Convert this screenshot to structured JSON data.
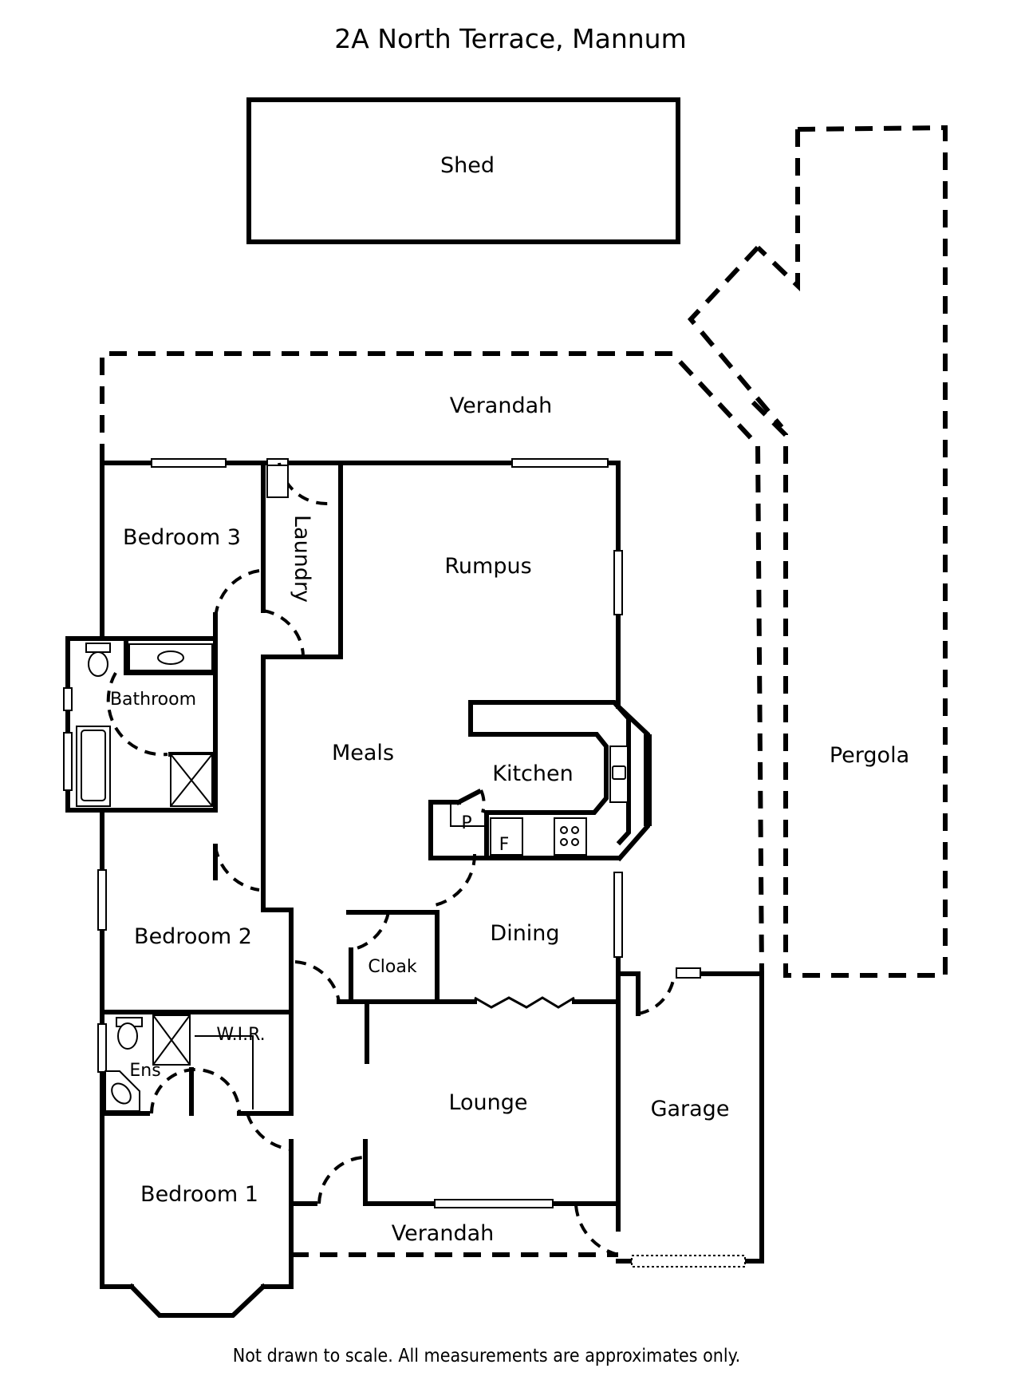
{
  "title": "2A North Terrace, Mannum",
  "footnote": "Not drawn to scale. All measurements are approximates only.",
  "rooms": {
    "shed": "Shed",
    "verandah_top": "Verandah",
    "pergola": "Pergola",
    "bedroom3": "Bedroom 3",
    "laundry": "Laundry",
    "rumpus": "Rumpus",
    "bathroom": "Bathroom",
    "meals": "Meals",
    "kitchen": "Kitchen",
    "pantry": "P",
    "fridge": "F",
    "bedroom2": "Bedroom 2",
    "cloak": "Cloak",
    "dining": "Dining",
    "ensuite": "Ens",
    "wir": "W.I.R.",
    "lounge": "Lounge",
    "garage": "Garage",
    "bedroom1": "Bedroom 1",
    "verandah_bottom": "Verandah"
  }
}
